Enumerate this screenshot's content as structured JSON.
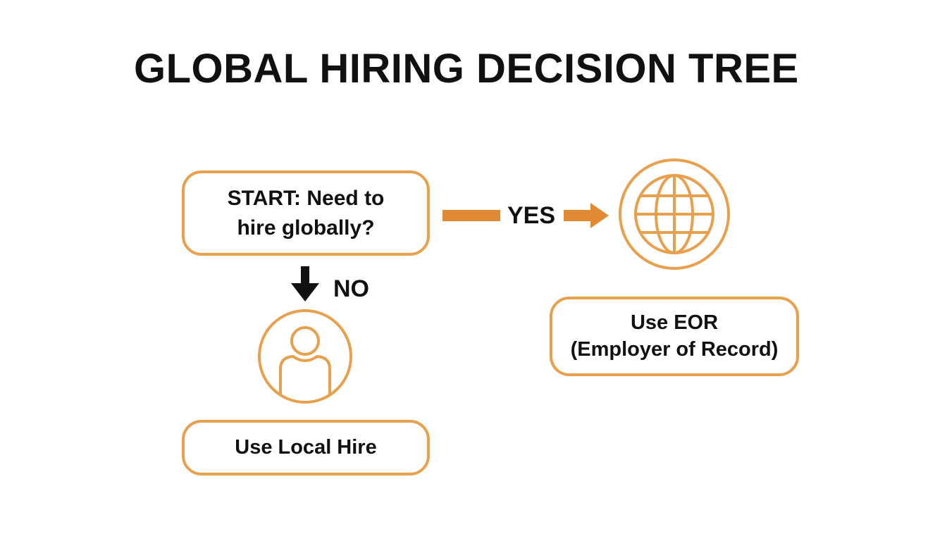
{
  "title": "GLOBAL HIRING DECISION TREE",
  "nodes": {
    "start": "START: Need to\nhire globally?",
    "local": "Use Local Hire",
    "eor": "Use EOR\n(Employer of Record)"
  },
  "edges": {
    "yes": "YES",
    "no": "NO"
  },
  "icons": {
    "globe": "globe-icon",
    "person": "person-icon"
  },
  "colors": {
    "accent": "#e8a04d",
    "arrow_orange": "#e08a34",
    "arrow_black": "#111111",
    "text": "#111111"
  }
}
